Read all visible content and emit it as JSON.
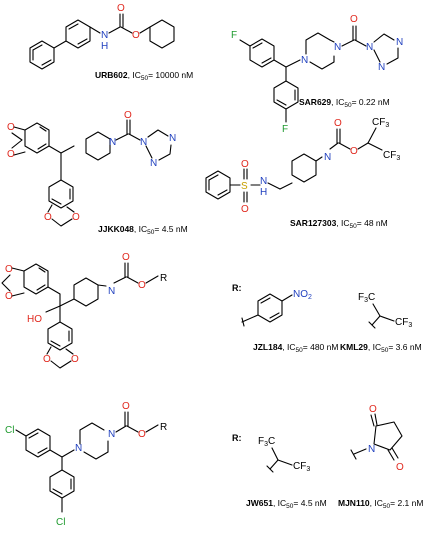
{
  "compounds": [
    {
      "name": "URB602",
      "ic50_text": "IC",
      "sub": "50",
      "value": "= 10000 nM"
    },
    {
      "name": "SAR629",
      "ic50_text": "IC",
      "sub": "50",
      "value": "= 0.22 nM"
    },
    {
      "name": "JJKK048",
      "ic50_text": "IC",
      "sub": "50",
      "value": "= 4.5 nM"
    },
    {
      "name": "SAR127303",
      "ic50_text": "IC",
      "sub": "50",
      "value": "= 48 nM"
    },
    {
      "name": "JZL184",
      "ic50_text": "IC",
      "sub": "50",
      "value": "= 480 nM"
    },
    {
      "name": "KML29",
      "ic50_text": "IC",
      "sub": "50",
      "value": "= 3.6 nM"
    },
    {
      "name": "JW651",
      "ic50_text": "IC",
      "sub": "50",
      "value": "= 4.5 nM"
    },
    {
      "name": "MJN110",
      "ic50_text": "IC",
      "sub": "50",
      "value": "= 2.1 nM"
    }
  ],
  "atoms": {
    "O": "O",
    "N": "N",
    "H": "H",
    "S": "S",
    "F": "F",
    "Cl": "Cl",
    "R": "R",
    "HO": "HO",
    "NO2": "NO",
    "NO2_sub": "2",
    "CF3": "CF",
    "CF3_sub": "3",
    "F3C": "F",
    "F3C_sub": "3",
    "F3C_tail": "C",
    "R_colon": "R:"
  },
  "colors": {
    "oxygen": "#e0281e",
    "nitrogen": "#1f3fbf",
    "sulfur": "#c8a000",
    "halogen": "#1e9a2e"
  }
}
